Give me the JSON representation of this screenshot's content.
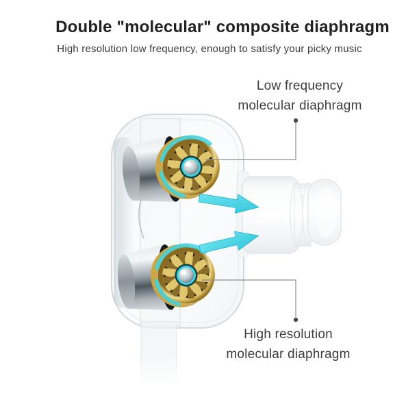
{
  "header": {
    "title": "Double \"molecular\" composite diaphragm",
    "subtitle": "High resolution low frequency, enough to satisfy your picky music"
  },
  "annotations": {
    "low_frequency": {
      "line1": "Low frequency",
      "line2": "molecular diaphragm"
    },
    "high_resolution": {
      "line1": "High resolution",
      "line2": "molecular diaphragm"
    }
  },
  "colors": {
    "arrow_cyan_light": "#74e5f0",
    "arrow_cyan_dark": "#2fc6dc",
    "accent_teal": "#3fd2de",
    "driver_gold": "#c9a64a",
    "leader_line": "#8e8e8e",
    "leader_dot": "#4d4d4d"
  }
}
